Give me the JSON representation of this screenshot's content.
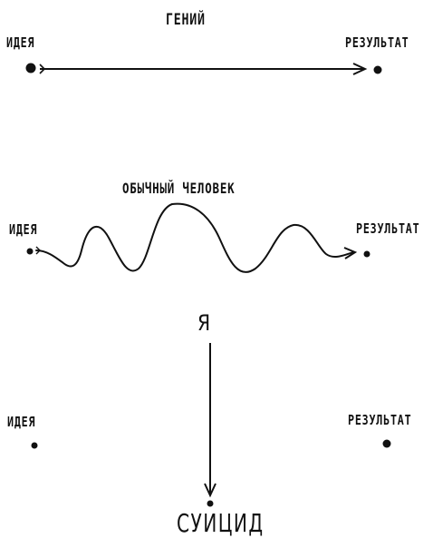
{
  "colors": {
    "ink": "#111111",
    "background": "#ffffff"
  },
  "panels": {
    "genius": {
      "title": "ГЕНИЙ",
      "idea_label": "ИДЕЯ",
      "result_label": "РЕЗУЛЬТАТ"
    },
    "ordinary": {
      "title": "ОБЫЧНЫЙ ЧЕЛОВЕК",
      "idea_label": "ИДЕЯ",
      "result_label": "РЕЗУЛЬТАТ"
    },
    "me": {
      "title": "Я",
      "idea_label": "ИДЕЯ",
      "result_label": "РЕЗУЛЬТАТ",
      "outcome_label": "СУИЦИД"
    }
  }
}
